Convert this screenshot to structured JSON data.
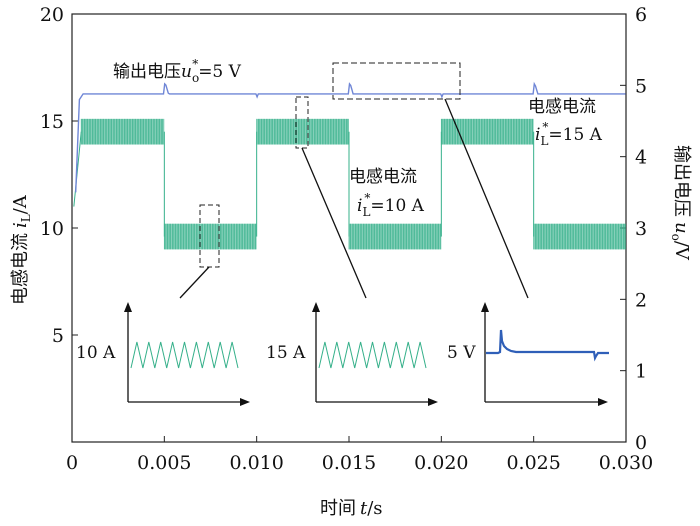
{
  "chart_data": {
    "type": "line",
    "xlabel_main": "时间",
    "xlabel_var": "t",
    "xlabel_unit": "/s",
    "ylabel_left_main": "电感电流",
    "ylabel_left_var": "i",
    "ylabel_left_sub": "L",
    "ylabel_left_unit": "/A",
    "ylabel_right_main": "输出电压",
    "ylabel_right_var": "u",
    "ylabel_right_sub": "o",
    "ylabel_right_unit": "/V",
    "xlim": [
      0,
      0.03
    ],
    "ylim_left": [
      0,
      20
    ],
    "ylim_right": [
      0,
      6
    ],
    "x_ticks": [
      "0",
      "0.005",
      "0.010",
      "0.015",
      "0.020",
      "0.025",
      "0.030"
    ],
    "y_left_ticks": [
      "5",
      "10",
      "15",
      "20"
    ],
    "y_right_ticks": [
      "0",
      "1",
      "2",
      "3",
      "4",
      "5",
      "6"
    ],
    "series": [
      {
        "name": "电感电流",
        "axis": "left",
        "color": "#35b08a",
        "segments": [
          {
            "x0": 0.0005,
            "x1": 0.005,
            "center": 14.5,
            "ripple": 0.6
          },
          {
            "x0": 0.005,
            "x1": 0.01,
            "center": 9.6,
            "ripple": 0.6
          },
          {
            "x0": 0.01,
            "x1": 0.015,
            "center": 14.5,
            "ripple": 0.6
          },
          {
            "x0": 0.015,
            "x1": 0.02,
            "center": 9.6,
            "ripple": 0.6
          },
          {
            "x0": 0.02,
            "x1": 0.025,
            "center": 14.5,
            "ripple": 0.6
          },
          {
            "x0": 0.025,
            "x1": 0.03,
            "center": 9.6,
            "ripple": 0.6
          }
        ]
      },
      {
        "name": "输出电压",
        "axis": "right",
        "color": "#6f86d6",
        "steady": 4.88,
        "spikes_at": [
          0.005,
          0.015,
          0.025
        ]
      }
    ],
    "annotations": {
      "voltage_ref": {
        "text_main": "输出电压",
        "var": "u",
        "sub": "o",
        "rest": "=5 V"
      },
      "current_ref_10": {
        "text_main": "电感电流",
        "var": "i",
        "sub": "L",
        "rest": "=10 A"
      },
      "current_ref_15": {
        "text_main": "电感电流",
        "var": "i",
        "sub": "L",
        "rest": "=15 A"
      },
      "inset_10": "10 A",
      "inset_15": "15 A",
      "inset_5v": "5 V"
    }
  }
}
